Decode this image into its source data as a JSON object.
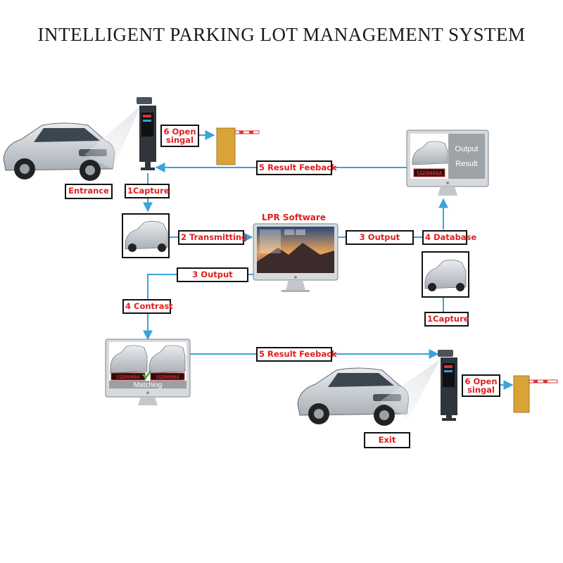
{
  "title": "INTELLIGENT PARKING LOT MANAGEMENT SYSTEM",
  "labels": {
    "open_signal_top_1": "6 Open",
    "open_signal_top_2": "singal",
    "result_feedback_top": "5 Result Feeback",
    "entrance": "Entrance",
    "capture_entrance": "1Capture",
    "transmitting": "2 Transmitting",
    "lpr_software": "LPR Software",
    "output_right": "3 Output",
    "database": "4 Database",
    "output_left": "3 Output",
    "contrast": "4 Contrast",
    "capture_exit": "1Capture",
    "result_feedback_bottom": "5 Result Feeback",
    "open_signal_bottom_1": "6 Open",
    "open_signal_bottom_2": "singal",
    "exit": "Exit"
  },
  "monitor_output": {
    "line1": "Output",
    "line2": "Result",
    "plate": "SGD0000A"
  },
  "monitor_matching": {
    "plate_left": "SGD0000A",
    "plate_right": "SGD0000A",
    "caption": "Matching"
  },
  "colors": {
    "arrow": "#3aa3db",
    "label_text": "#e01e1e",
    "barrier": "#d9a337",
    "pole": "#333a40"
  }
}
